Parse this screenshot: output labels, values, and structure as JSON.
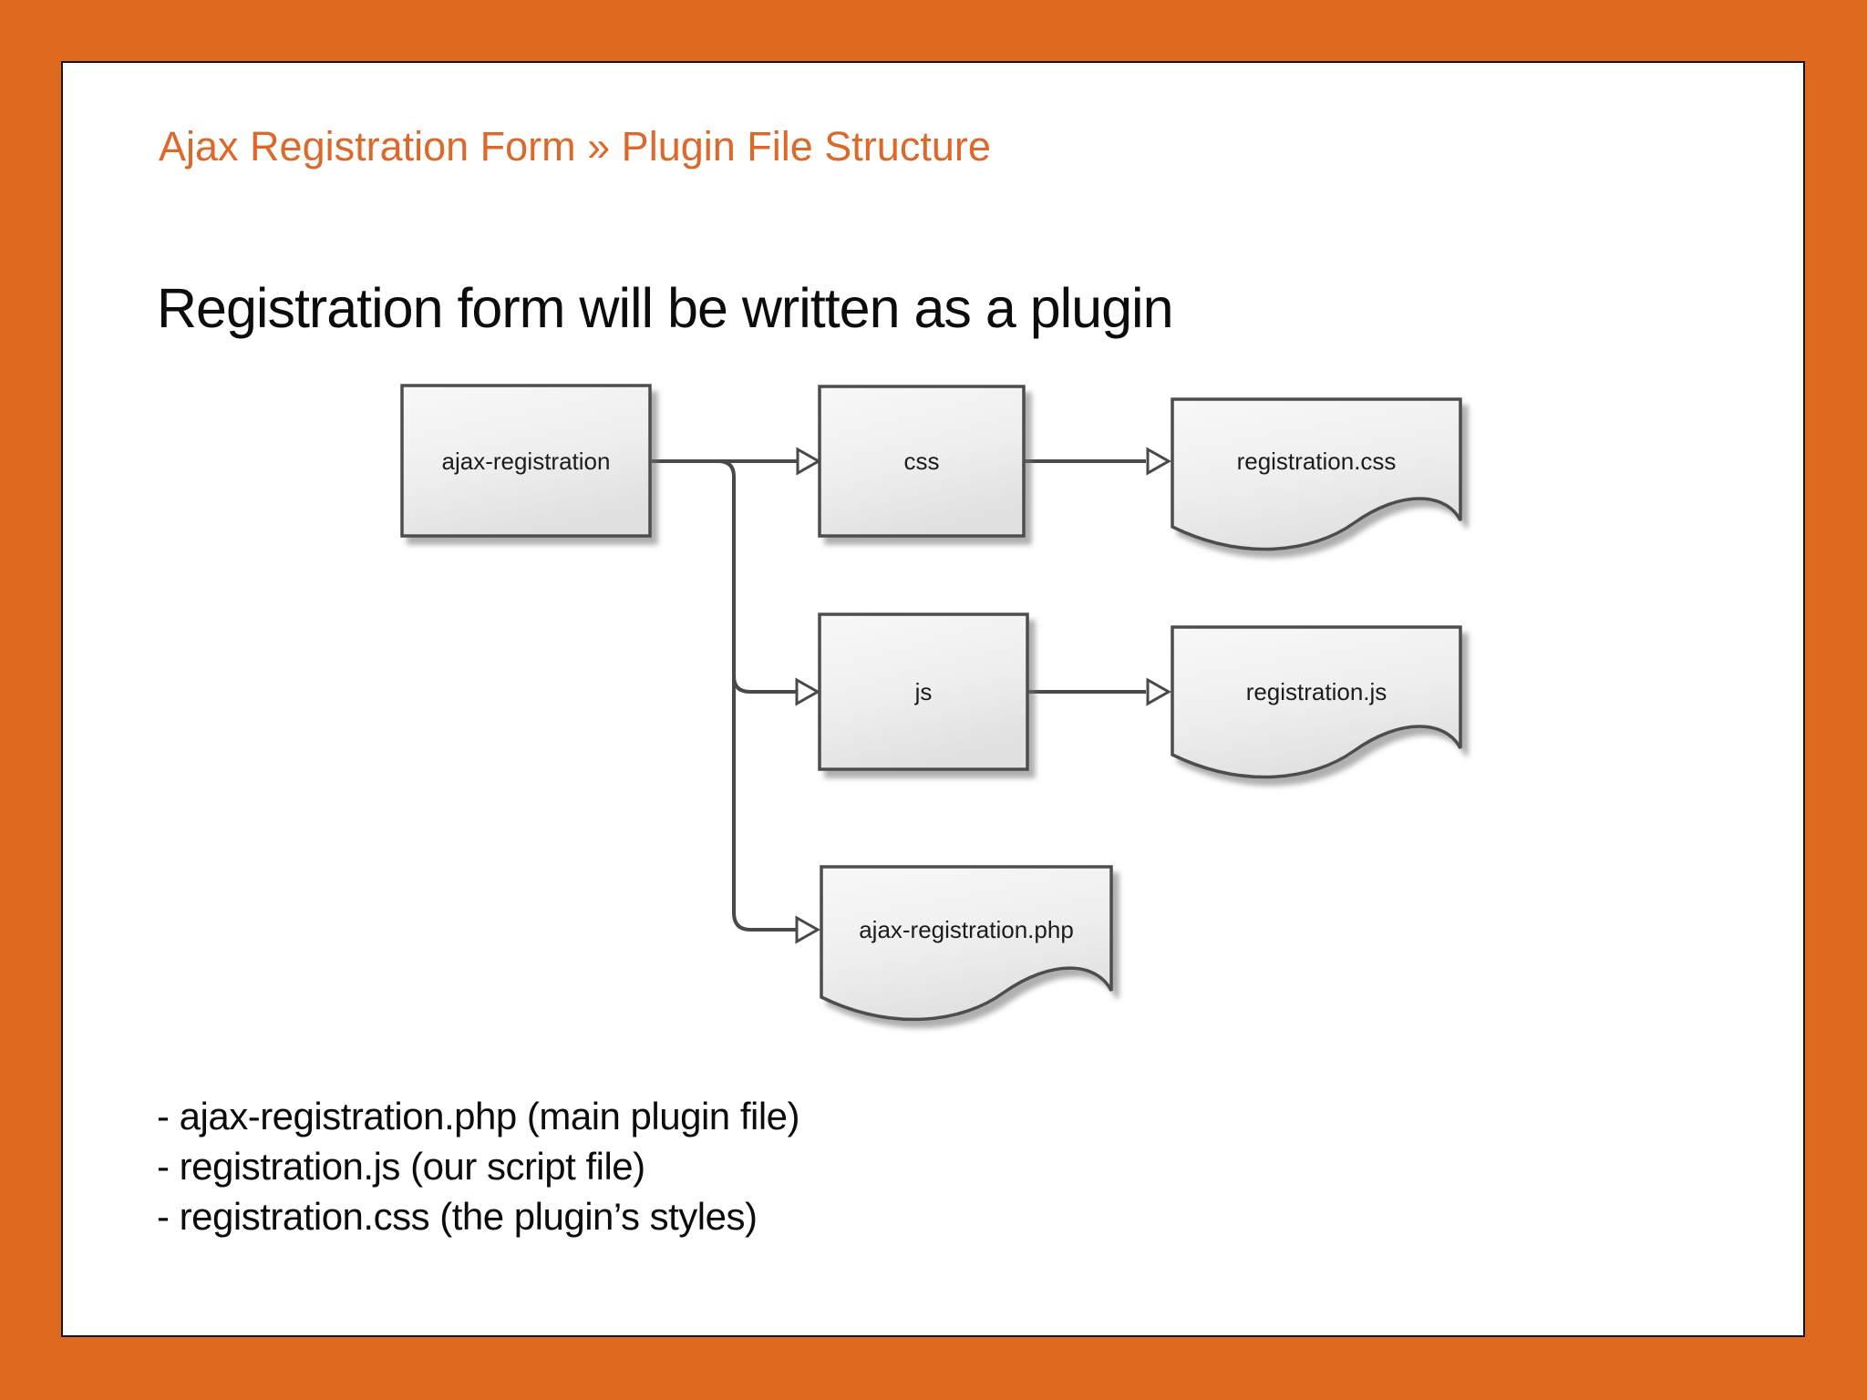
{
  "page": {
    "frame_color": "#dd6a1f",
    "slide_background": "#ffffff",
    "slide_border_color": "#151515"
  },
  "header": {
    "breadcrumb": "Ajax Registration Form » Plugin File Structure",
    "color": "#de6829"
  },
  "heading": {
    "text": "Registration form will be written as a plugin"
  },
  "diagram": {
    "stroke_color": "#494949",
    "shape_fill_top": "#f7f7f7",
    "shape_fill_bottom": "#e2e2e2",
    "nodes": [
      {
        "id": "ajax-registration",
        "shape": "rectangle",
        "label": "ajax-registration"
      },
      {
        "id": "css",
        "shape": "rectangle",
        "label": "css"
      },
      {
        "id": "registration-css",
        "shape": "document",
        "label": "registration.css"
      },
      {
        "id": "js",
        "shape": "rectangle",
        "label": "js"
      },
      {
        "id": "registration-js",
        "shape": "document",
        "label": "registration.js"
      },
      {
        "id": "ajax-registration-php",
        "shape": "document",
        "label": "ajax-registration.php"
      }
    ],
    "edges": [
      {
        "from": "ajax-registration",
        "to": "css"
      },
      {
        "from": "ajax-registration",
        "to": "js"
      },
      {
        "from": "ajax-registration",
        "to": "ajax-registration-php"
      },
      {
        "from": "css",
        "to": "registration-css"
      },
      {
        "from": "js",
        "to": "registration-js"
      }
    ]
  },
  "notes": {
    "items": [
      "- ajax-registration.php (main plugin file)",
      "- registration.js (our script file)",
      "- registration.css (the plugin’s styles)"
    ]
  }
}
